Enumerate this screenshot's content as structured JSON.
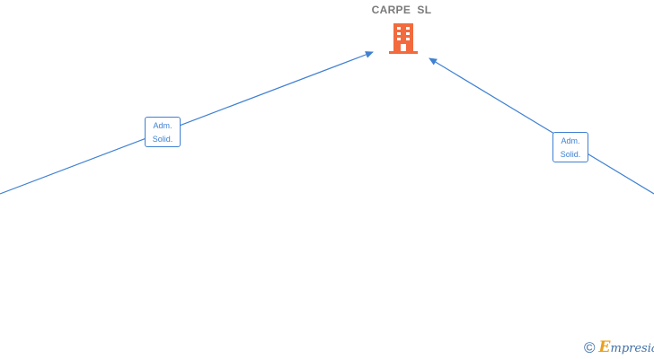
{
  "company": {
    "name": "CARPE  SL",
    "icon": "building-icon",
    "icon_color": "#f26a3d"
  },
  "relations": [
    {
      "line1": "Adm.",
      "line2": "Solid."
    },
    {
      "line1": "Adm.",
      "line2": "Solid."
    }
  ],
  "colors": {
    "edge": "#3f80d2",
    "title": "#7a7a7a"
  },
  "watermark": {
    "symbol": "©",
    "brand_first": "E",
    "brand_rest": "mpresia"
  }
}
